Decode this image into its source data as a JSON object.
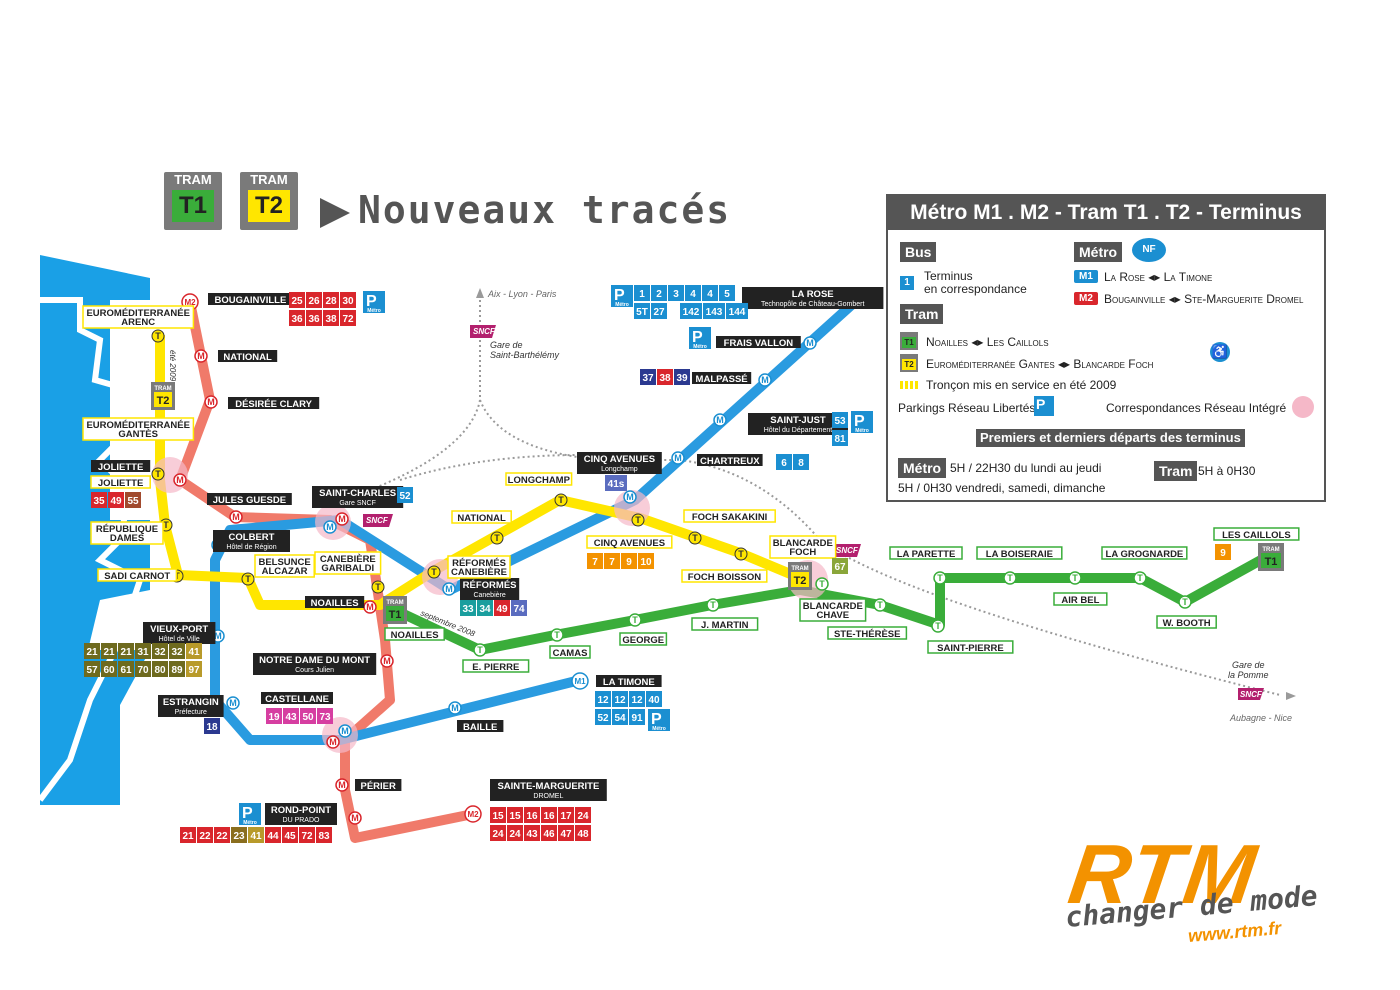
{
  "header": {
    "tram_label": "TRAM",
    "t1": "T1",
    "t2": "T2",
    "title": "Nouveaux tracés"
  },
  "legend": {
    "title": "Métro M1 . M2 - Tram T1 . T2 - Terminus Bus",
    "bus": "Bus",
    "bus_num": "1",
    "bus_desc1": "Terminus",
    "bus_desc2": "en correspondance",
    "metro": "Métro",
    "m1": "M1",
    "m1_desc": "La Rose ◂▸ La Timone",
    "m2": "M2",
    "m2_desc": "Bougainville ◂▸ Ste-Marguerite Dromel",
    "tram": "Tram",
    "t1_desc": "Noailles ◂▸ Les Caillols",
    "t2_desc": "Euroméditerranée Gantes ◂▸ Blancarde Foch",
    "troncon": "Tronçon mis en service en été 2009",
    "parkings": "Parkings Réseau Libertés",
    "correspondances": "Correspondances Réseau Intégré",
    "premiers": "Premiers et derniers départs des terminus",
    "metro_hours1": "5H / 22H30 du lundi au jeudi",
    "metro_hours2": "5H / 0H30 vendredi, samedi, dimanche",
    "tram_hours": "5H à 0H30",
    "parking_small": "Métro"
  },
  "colors": {
    "m1": "#2a9be0",
    "m2": "#f07a6a",
    "t1": "#3aad3a",
    "t2": "#ffe600",
    "sea": "#1aa0e6",
    "orange": "#f39200",
    "gray": "#555555"
  },
  "rails": {
    "north": "Aix - Lyon - Paris",
    "east": "Aubagne - Nice",
    "gare_sb1": "Gare de",
    "gare_sb2": "Saint-Barthélémy",
    "gare_pomme1": "Gare de",
    "gare_pomme2": "la Pomme",
    "sncf": "SNCF"
  },
  "notes": {
    "ete2009": "été 2009",
    "sept2008": "septembre 2008"
  },
  "stations": [
    {
      "id": "bougainville",
      "name": "BOUGAINVILLE",
      "sub": ""
    },
    {
      "id": "national-m2",
      "name": "NATIONAL",
      "sub": ""
    },
    {
      "id": "desiree",
      "name": "DÉSIRÉE CLARY",
      "sub": ""
    },
    {
      "id": "jules",
      "name": "JULES GUESDE",
      "sub": ""
    },
    {
      "id": "saint-charles",
      "name": "SAINT-CHARLES",
      "sub": "Gare SNCF"
    },
    {
      "id": "colbert",
      "name": "COLBERT",
      "sub": "Hôtel de Région"
    },
    {
      "id": "vieux-port",
      "name": "VIEUX-PORT",
      "sub": "Hôtel de Ville"
    },
    {
      "id": "estrangin",
      "name": "ESTRANGIN",
      "sub": "Préfecture"
    },
    {
      "id": "notre-dame",
      "name": "NOTRE DAME DU MONT",
      "sub": "Cours Julien"
    },
    {
      "id": "castellane",
      "name": "CASTELLANE",
      "sub": ""
    },
    {
      "id": "perier",
      "name": "PÉRIER",
      "sub": ""
    },
    {
      "id": "rond-point",
      "name": "ROND-POINT",
      "sub": "DU PRADO"
    },
    {
      "id": "sainte-marguerite",
      "name": "SAINTE-MARGUERITE",
      "sub": "DROMEL"
    },
    {
      "id": "baille",
      "name": "BAILLE",
      "sub": ""
    },
    {
      "id": "la-timone",
      "name": "LA TIMONE",
      "sub": ""
    },
    {
      "id": "reformes-m",
      "name": "RÉFORMÉS",
      "sub": "Canebière"
    },
    {
      "id": "cinq-av-m",
      "name": "CINQ AVENUES",
      "sub": "Longchamp"
    },
    {
      "id": "chartreux",
      "name": "CHARTREUX",
      "sub": ""
    },
    {
      "id": "saint-just",
      "name": "SAINT-JUST",
      "sub": "Hôtel du Département"
    },
    {
      "id": "malpasse",
      "name": "MALPASSÉ",
      "sub": ""
    },
    {
      "id": "frais-vallon",
      "name": "FRAIS VALLON",
      "sub": ""
    },
    {
      "id": "la-rose",
      "name": "LA ROSE",
      "sub": "Technopôle de Château-Gombert"
    },
    {
      "id": "euromed-arenc",
      "name": "EUROMÉDITERRANÉE",
      "sub": "ARENC"
    },
    {
      "id": "euromed-gantes",
      "name": "EUROMÉDITERRANÉE",
      "sub": "GANTÈS"
    },
    {
      "id": "joliette-m",
      "name": "JOLIETTE",
      "sub": ""
    },
    {
      "id": "joliette-t",
      "name": "JOLIETTE",
      "sub": ""
    },
    {
      "id": "republique",
      "name": "RÉPUBLIQUE",
      "sub": "DAMES"
    },
    {
      "id": "sadi",
      "name": "SADI CARNOT",
      "sub": ""
    },
    {
      "id": "belsunce",
      "name": "BELSUNCE",
      "sub": "ALCAZAR"
    },
    {
      "id": "canebiere",
      "name": "CANEBIÈRE",
      "sub": "GARIBALDI"
    },
    {
      "id": "noailles-m",
      "name": "NOAILLES",
      "sub": ""
    },
    {
      "id": "noailles-t",
      "name": "NOAILLES",
      "sub": ""
    },
    {
      "id": "national-t",
      "name": "NATIONAL",
      "sub": ""
    },
    {
      "id": "reformes-t",
      "name": "RÉFORMÉS",
      "sub": "CANEBIÈRE"
    },
    {
      "id": "longchamp",
      "name": "LONGCHAMP",
      "sub": ""
    },
    {
      "id": "cinq-av-t",
      "name": "CINQ AVENUES",
      "sub": ""
    },
    {
      "id": "foch-sakakini",
      "name": "FOCH SAKAKINI",
      "sub": ""
    },
    {
      "id": "foch-boisson",
      "name": "FOCH BOISSON",
      "sub": ""
    },
    {
      "id": "blancarde-foch",
      "name": "BLANCARDE",
      "sub": "FOCH"
    },
    {
      "id": "blancarde-chave",
      "name": "BLANCARDE",
      "sub": "CHAVE"
    },
    {
      "id": "e-pierre",
      "name": "E. PIERRE",
      "sub": ""
    },
    {
      "id": "camas",
      "name": "CAMAS",
      "sub": ""
    },
    {
      "id": "george",
      "name": "GEORGE",
      "sub": ""
    },
    {
      "id": "j-martin",
      "name": "J. MARTIN",
      "sub": ""
    },
    {
      "id": "ste-therese",
      "name": "STE-THÉRÈSE",
      "sub": ""
    },
    {
      "id": "saint-pierre",
      "name": "SAINT-PIERRE",
      "sub": ""
    },
    {
      "id": "la-parette",
      "name": "LA PARETTE",
      "sub": ""
    },
    {
      "id": "la-boiseraie",
      "name": "LA BOISERAIE",
      "sub": ""
    },
    {
      "id": "air-bel",
      "name": "AIR BEL",
      "sub": ""
    },
    {
      "id": "la-grognarde",
      "name": "LA GROGNARDE",
      "sub": ""
    },
    {
      "id": "w-booth",
      "name": "W. BOOTH",
      "sub": ""
    },
    {
      "id": "les-caillols",
      "name": "LES CAILLOLS",
      "sub": ""
    }
  ],
  "buslines": [
    {
      "group": "bougainville",
      "rows": [
        [
          "25",
          "26",
          "28",
          "30"
        ],
        [
          "36",
          "36",
          "38",
          "72"
        ]
      ],
      "color": "#d9262c"
    },
    {
      "group": "la-rose",
      "rows": [
        [
          "1",
          "2",
          "3",
          "4",
          "4",
          "5"
        ],
        [
          "5T",
          "27",
          "142",
          "143",
          "144"
        ]
      ],
      "color": "#1b8fd1"
    },
    {
      "group": "malpasse",
      "rows": [
        [
          "37",
          "38",
          "39"
        ]
      ],
      "colors": [
        "#2b3990",
        "#d9262c",
        "#2b3990"
      ]
    },
    {
      "group": "saint-just",
      "rows": [
        [
          "53"
        ],
        [
          "81"
        ]
      ],
      "color": "#1b8fd1"
    },
    {
      "group": "chartreux",
      "rows": [
        [
          "6",
          "8"
        ]
      ],
      "color": "#1b8fd1"
    },
    {
      "group": "saint-charles",
      "rows": [
        [
          "52"
        ]
      ],
      "color": "#1b8fd1"
    },
    {
      "group": "cinq-av-m",
      "rows": [
        [
          "41s"
        ]
      ],
      "color": "#5a6cbf"
    },
    {
      "group": "cinq-av-t",
      "rows": [
        [
          "7",
          "7",
          "9",
          "10"
        ]
      ],
      "color": "#f39200"
    },
    {
      "group": "reformes-m",
      "rows": [
        [
          "33",
          "34",
          "49",
          "74"
        ]
      ],
      "colors": [
        "#1a9e9e",
        "#1a9e9e",
        "#d9262c",
        "#5a6cbf"
      ]
    },
    {
      "group": "blancarde-foch",
      "rows": [
        [
          "67"
        ]
      ],
      "color": "#8aa63a"
    },
    {
      "group": "les-caillols",
      "rows": [
        [
          "9"
        ]
      ],
      "color": "#f39200"
    },
    {
      "group": "joliette-t",
      "rows": [
        [
          "35",
          "49",
          "55"
        ]
      ],
      "colors": [
        "#d9262c",
        "#d9262c",
        "#a14a2e"
      ]
    },
    {
      "group": "vieux-port",
      "rows": [
        [
          "21",
          "21",
          "21",
          "31",
          "32",
          "32",
          "41"
        ],
        [
          "57",
          "60",
          "61",
          "70",
          "80",
          "89",
          "97"
        ]
      ],
      "colors": [
        "#6e6a1e",
        "#6e6a1e",
        "#6e6a1e",
        "#6e6a1e",
        "#6e6a1e",
        "#6e6a1e",
        "#b89a2a"
      ]
    },
    {
      "group": "estrangin",
      "rows": [
        [
          "18"
        ]
      ],
      "color": "#2b3990"
    },
    {
      "group": "castellane",
      "rows": [
        [
          "19",
          "43",
          "50",
          "73"
        ]
      ],
      "color": "#d63ea1"
    },
    {
      "group": "la-timone",
      "rows": [
        [
          "12",
          "12",
          "12",
          "40"
        ],
        [
          "52",
          "54",
          "91"
        ]
      ],
      "color": "#1b8fd1"
    },
    {
      "group": "rond-point",
      "rows": [
        [
          "21",
          "22",
          "22",
          "23",
          "41",
          "44",
          "45",
          "72",
          "83"
        ]
      ],
      "colors": [
        "#d9262c",
        "#d9262c",
        "#d9262c",
        "#8a6e1e",
        "#b89a2a",
        "#d9262c",
        "#d9262c",
        "#d9262c",
        "#d9262c"
      ]
    },
    {
      "group": "sainte-marguerite",
      "rows": [
        [
          "15",
          "15",
          "16",
          "16",
          "17",
          "24"
        ],
        [
          "24",
          "24",
          "43",
          "46",
          "47",
          "48"
        ]
      ],
      "color": "#d9262c"
    }
  ],
  "brand": {
    "logo": "RTM",
    "slogan": "changer de mode",
    "url": "www.rtm.fr"
  }
}
